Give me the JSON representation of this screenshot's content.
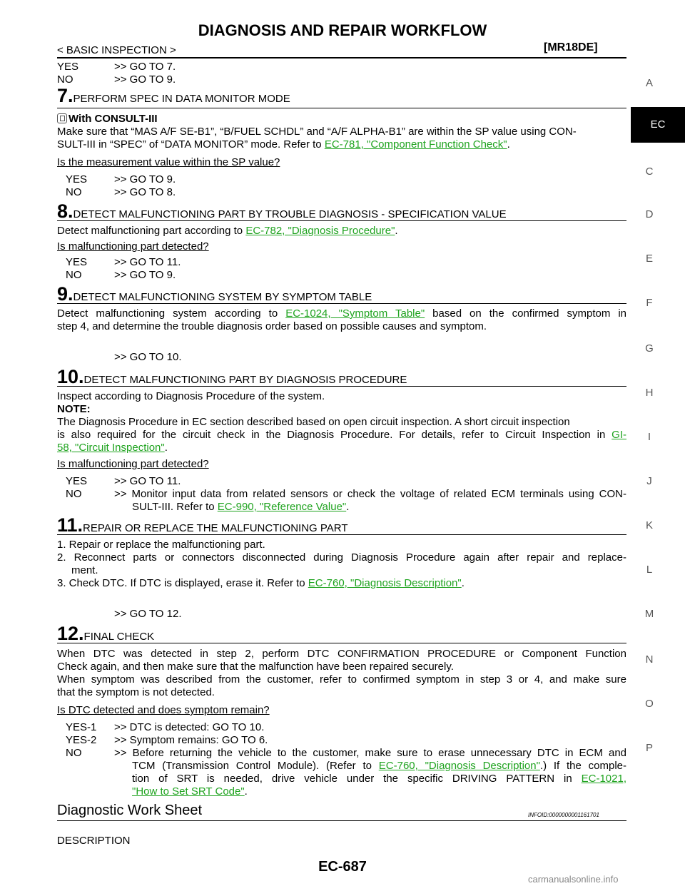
{
  "header": {
    "title": "DIAGNOSIS AND REPAIR WORKFLOW",
    "breadcrumb": "< BASIC INSPECTION >",
    "engine": "[MR18DE]"
  },
  "top": {
    "yes": "YES",
    "yes_text": ">> GO TO 7.",
    "no": "NO",
    "no_text": ">> GO TO 9."
  },
  "step7": {
    "num": "7.",
    "title": "PERFORM SPEC IN DATA MONITOR MODE",
    "consult": "With CONSULT-III",
    "line1": "Make sure that “MAS A/F SE-B1”, “B/FUEL SCHDL” and “A/F ALPHA-B1” are within the SP value using CON-",
    "line2a": "SULT-III in “SPEC” of “DATA MONITOR” mode. Refer to ",
    "link": "EC-781, \"Component Function Check\"",
    "line2b": ".",
    "question": "Is the measurement value within the SP value?",
    "yes": "YES",
    "yes_text": ">> GO TO 9.",
    "no": "NO",
    "no_text": ">> GO TO 8."
  },
  "step8": {
    "num": "8.",
    "title": "DETECT MALFUNCTIONING PART BY TROUBLE DIAGNOSIS - SPECIFICATION VALUE",
    "body_a": "Detect malfunctioning part according to ",
    "link": "EC-782, \"Diagnosis Procedure\"",
    "body_b": ".",
    "question": "Is malfunctioning part detected?",
    "yes": "YES",
    "yes_text": ">> GO TO 11.",
    "no": "NO",
    "no_text": ">> GO TO 9."
  },
  "step9": {
    "num": "9.",
    "title": "DETECT MALFUNCTIONING SYSTEM BY SYMPTOM TABLE",
    "body_a": "Detect malfunctioning system according to ",
    "link": "EC-1024, \"Symptom Table\"",
    "body_b": " based on the confirmed symptom in",
    "line2": "step 4, and determine the trouble diagnosis order based on possible causes and symptom.",
    "goto": ">> GO TO 10."
  },
  "step10": {
    "num": "10.",
    "title": "DETECT MALFUNCTIONING PART BY DIAGNOSIS PROCEDURE",
    "body": "Inspect according to Diagnosis Procedure of the system.",
    "note_label": "NOTE:",
    "note_line1": "The Diagnosis Procedure in EC section described based on open circuit inspection. A short circuit inspection",
    "note_line2a": "is also required for the circuit check in the Diagnosis Procedure. For details, refer to Circuit Inspection in ",
    "link_a": "GI-",
    "link_b": "58, \"Circuit Inspection\"",
    "note_line3b": ".",
    "question": "Is malfunctioning part detected?",
    "yes": "YES",
    "yes_text": ">> GO TO 11.",
    "no": "NO",
    "no_text1": ">> Monitor input data from related sensors or check the voltage of related ECM terminals using CON-",
    "no_text2a": "SULT-III. Refer to ",
    "no_link": "EC-990, \"Reference Value\"",
    "no_text2b": "."
  },
  "step11": {
    "num": "11.",
    "title": "REPAIR OR REPLACE THE MALFUNCTIONING PART",
    "item1": "1. Repair or replace the malfunctioning part.",
    "item2a": "2. Reconnect parts or connectors disconnected during Diagnosis Procedure again after repair and replace-",
    "item2b": "ment.",
    "item3a": "3. Check DTC. If DTC is displayed, erase it. Refer to ",
    "item3_link": "EC-760, \"Diagnosis Description\"",
    "item3b": ".",
    "goto": ">> GO TO 12."
  },
  "step12": {
    "num": "12.",
    "title": "FINAL CHECK",
    "line1": "When DTC was detected in step 2, perform DTC CONFIRMATION PROCEDURE or Component Function",
    "line2": "Check again, and then make sure that the malfunction have been repaired securely.",
    "line3": "When symptom was described from the customer, refer to confirmed symptom in step 3 or 4, and make sure",
    "line4": "that the symptom is not detected.",
    "question": "Is DTC detected and does symptom remain?",
    "yes1": "YES-1",
    "yes1_text": ">> DTC is detected: GO TO 10.",
    "yes2": "YES-2",
    "yes2_text": ">> Symptom remains: GO TO 6.",
    "no": "NO",
    "no_text1": ">> Before returning the vehicle to the customer, make sure to erase unnecessary DTC in ECM and",
    "no_text2a": "TCM (Transmission Control Module). (Refer to ",
    "no_link1": "EC-760, \"Diagnosis Description\"",
    "no_text2b": ".) If the comple-",
    "no_text3a": "tion of SRT is needed, drive vehicle under the specific DRIVING PATTERN in ",
    "no_link2a": "EC-1021,",
    "no_link2b": "\"How to Set SRT Code\"",
    "no_text4b": "."
  },
  "worksheet": {
    "title": "Diagnostic Work Sheet",
    "infoid": "INFOID:0000000001161701",
    "description": "DESCRIPTION"
  },
  "side_index": {
    "active": "EC",
    "letters": [
      "A",
      "C",
      "D",
      "E",
      "F",
      "G",
      "H",
      "I",
      "J",
      "K",
      "L",
      "M",
      "N",
      "O",
      "P"
    ]
  },
  "footer": {
    "page_code": "EC-687",
    "watermark": "carmanualsonline.info"
  }
}
